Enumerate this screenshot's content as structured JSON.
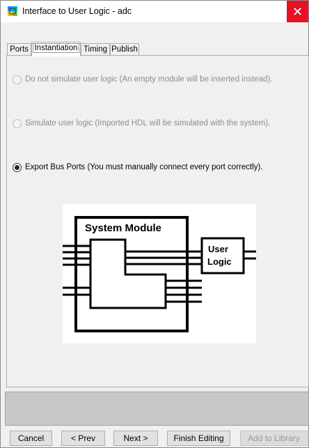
{
  "window": {
    "title": "Interface to User Logic - adc",
    "close_glyph": "✕"
  },
  "tabs": [
    {
      "label": "Ports"
    },
    {
      "label": "Instantiation"
    },
    {
      "label": "Timing"
    },
    {
      "label": "Publish"
    }
  ],
  "options": [
    {
      "label": "Do not simulate user logic (An empty module will be inserted instead).",
      "selected": false,
      "enabled": false
    },
    {
      "label": "Simulate user logic (Imported HDL will be simulated with the system).",
      "selected": false,
      "enabled": false
    },
    {
      "label": "Export Bus Ports (You must manually connect every port correctly).",
      "selected": true,
      "enabled": true
    }
  ],
  "diagram": {
    "system_module_label": "System Module",
    "user_logic_line1": "User",
    "user_logic_line2": "Logic"
  },
  "buttons": {
    "cancel": "Cancel",
    "prev": "< Prev",
    "next": "Next >",
    "finish": "Finish Editing",
    "add_library": "Add to Library"
  },
  "icons": {
    "app": "app-logo-icon",
    "close": "close-icon"
  }
}
